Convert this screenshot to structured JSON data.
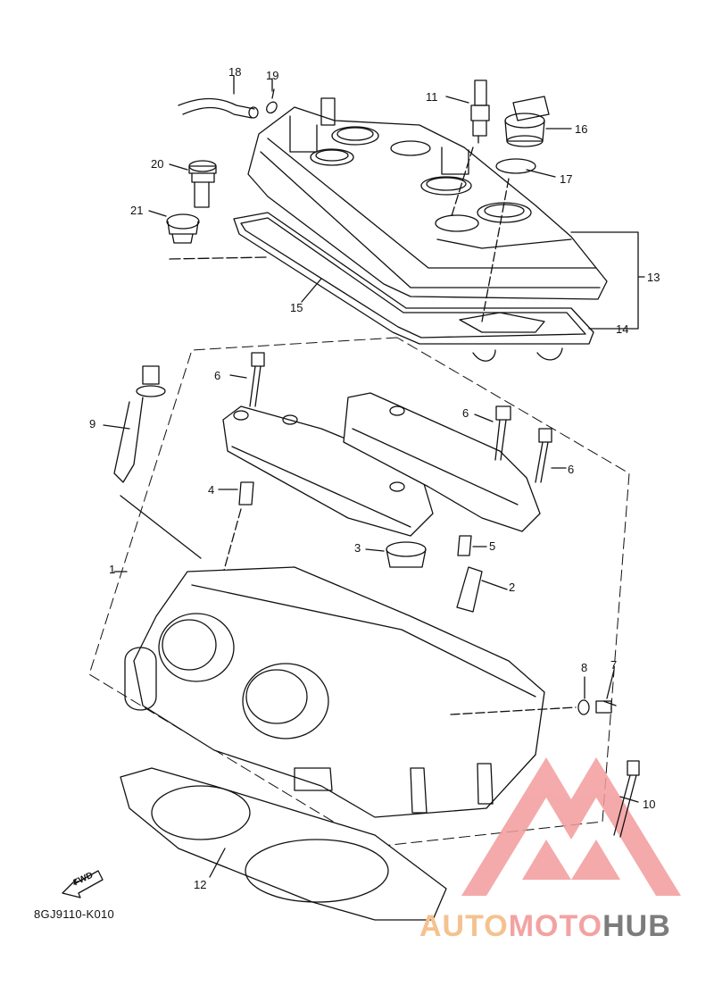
{
  "diagram": {
    "code": "8GJ9110-K010",
    "fwd_label": "FWD",
    "callouts": [
      "1",
      "2",
      "3",
      "4",
      "5",
      "6",
      "6",
      "6",
      "7",
      "8",
      "9",
      "10",
      "11",
      "12",
      "13",
      "14",
      "15",
      "16",
      "17",
      "18",
      "19",
      "20",
      "21"
    ]
  },
  "watermark": {
    "part1": "AUTO",
    "part2": "MOTO",
    "part3": "HUB",
    "colors": {
      "auto": "#f5c28f",
      "moto": "#f3a2a2",
      "hub": "#7c7c7c"
    }
  }
}
